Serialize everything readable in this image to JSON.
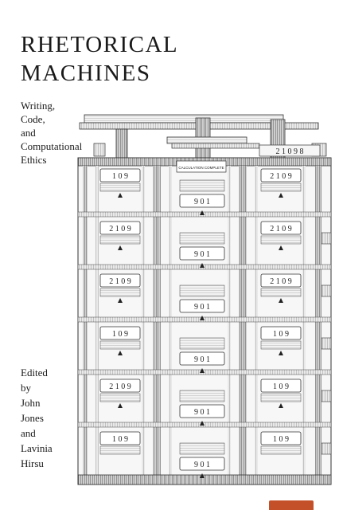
{
  "cover": {
    "title_lines": [
      "RHETORICAL",
      "MACHINES"
    ],
    "subtitle_lines": [
      "Writing,",
      "Code,",
      "and",
      "Computational",
      "Ethics"
    ],
    "editor_lines": [
      "Edited",
      "by",
      "John",
      "Jones",
      "and",
      "Lavinia",
      "Hirsu"
    ],
    "accent_color": "#c4502a"
  },
  "engraving": {
    "top_counter": "2 1 0 9 8",
    "calc_label": "CALCULATION COMPLETE",
    "column_1_wheels": [
      "1 0 9",
      "2 1 0 9",
      "2 1 0 9",
      "1 0 9",
      "2 1 0 9",
      "1 0 9"
    ],
    "column_2_wheels": [
      "9 0 1",
      "9 0 1",
      "9 0 1",
      "9 0 1",
      "9 0 1",
      "9 0 1"
    ],
    "column_3_wheels": [
      "2 1 0 9",
      "2 1 0 9",
      "2 1 0 9",
      "1 0 9",
      "1 0 9",
      "1 0 9"
    ]
  }
}
